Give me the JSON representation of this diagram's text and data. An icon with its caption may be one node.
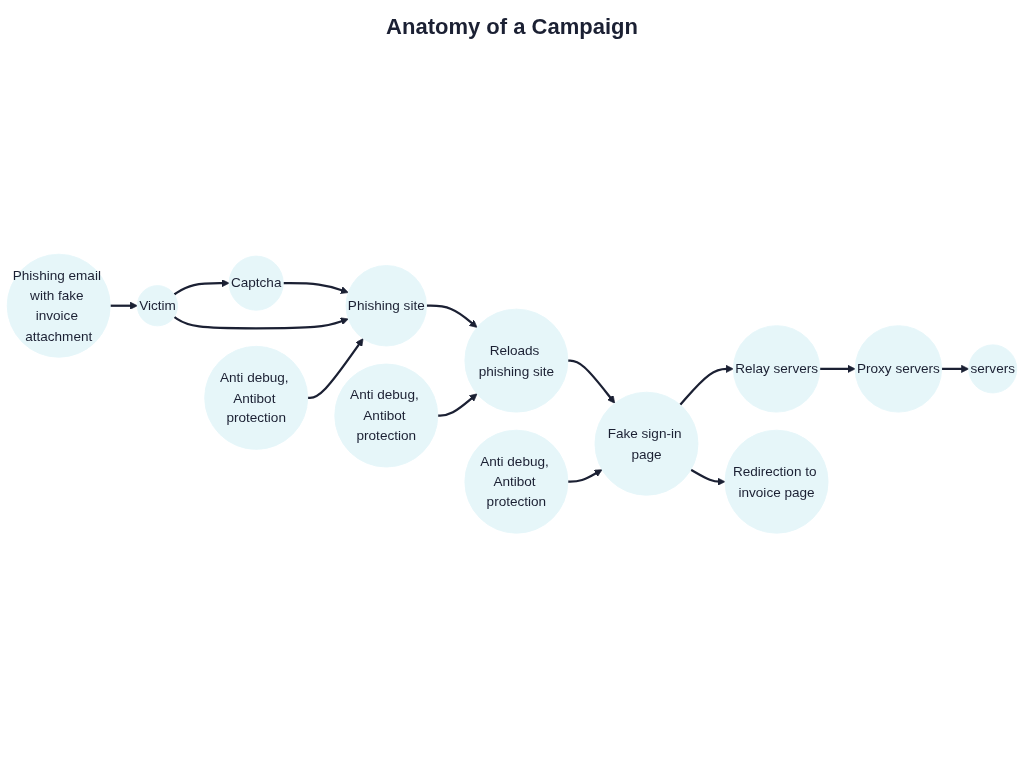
{
  "diagram": {
    "title": "Anatomy of a Campaign",
    "nodes": [
      {
        "text": [
          "Phishing email with fake invoice attachment"
        ]
      },
      {
        "text": [
          "Captcha"
        ]
      },
      {
        "text": [
          "Relay servers"
        ]
      },
      {
        "text": [
          "Proxy servers"
        ]
      },
      {
        "text": [
          "servers"
        ]
      },
      {
        "text": [
          "Victim"
        ]
      },
      {
        "text": [
          "Phishing site"
        ]
      },
      {
        "text": [
          "Reloads phishing site"
        ]
      },
      {
        "text": [
          "Fake sign-in page"
        ]
      },
      {
        "text": [
          "Redirection to invoice page"
        ]
      },
      {
        "text": [
          "Anti debug, Antibot protection"
        ]
      },
      {
        "text": [
          "Anti debug, Antibot protection"
        ]
      },
      {
        "text": [
          "Anti debug, Antibot protection"
        ]
      }
    ],
    "edges": [
      {
        "from": 0,
        "to": 5,
        "arrow": "to"
      },
      {
        "from": 5,
        "to": 1,
        "arrow": "to"
      },
      {
        "from": 1,
        "to": 6,
        "arrow": "to"
      },
      {
        "from": 5,
        "to": 6,
        "arrow": "to"
      },
      {
        "from": 6,
        "to": 7,
        "arrow": "to"
      },
      {
        "from": 7,
        "to": 8,
        "arrow": "to"
      },
      {
        "from": 8,
        "to": 9,
        "arrow": "to"
      },
      {
        "from": 8,
        "to": 2,
        "arrow": "to"
      },
      {
        "from": 2,
        "to": 3,
        "arrow": "to"
      },
      {
        "from": 3,
        "to": 4,
        "arrow": "to"
      },
      {
        "from": 10,
        "to": 6,
        "arrow": "to"
      },
      {
        "from": 11,
        "to": 7,
        "arrow": "to"
      },
      {
        "from": 12,
        "to": 8,
        "arrow": "to"
      }
    ]
  }
}
